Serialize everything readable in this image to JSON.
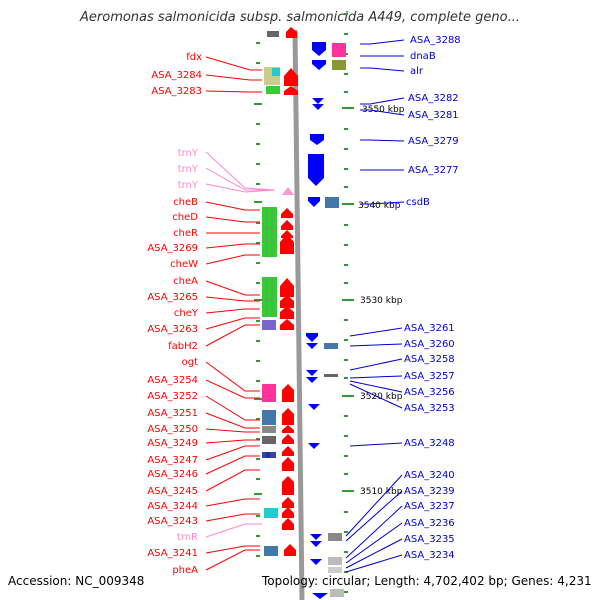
{
  "title": "Aeromonas salmonicida subsp. salmonicida A449, complete geno...",
  "accession": "Accession: NC_009348",
  "summary": "Topology: circular; Length: 4,702,402 bp; Genes: 4,231",
  "scale_labels": [
    "3550 kbp",
    "3540 kbp",
    "3530 kbp",
    "3520 kbp",
    "3510 kbp"
  ],
  "left_labels": [
    "fdx",
    "ASA_3284",
    "ASA_3283",
    "trnY",
    "trnY",
    "trnY",
    "cheB",
    "cheD",
    "cheR",
    "ASA_3269",
    "cheW",
    "cheA",
    "ASA_3265",
    "cheY",
    "ASA_3263",
    "fabH2",
    "ogt",
    "ASA_3254",
    "ASA_3252",
    "ASA_3251",
    "ASA_3250",
    "ASA_3249",
    "ASA_3247",
    "ASA_3246",
    "ASA_3245",
    "ASA_3244",
    "ASA_3243",
    "trnR",
    "ASA_3241",
    "pheA"
  ],
  "right_labels": [
    "ASA_3288",
    "dnaB",
    "alr",
    "ASA_3282",
    "ASA_3281",
    "ASA_3279",
    "ASA_3277",
    "csdB",
    "ASA_3261",
    "ASA_3260",
    "ASA_3258",
    "ASA_3257",
    "ASA_3256",
    "ASA_3253",
    "ASA_3248",
    "ASA_3240",
    "ASA_3239",
    "ASA_3237",
    "ASA_3236",
    "ASA_3235",
    "ASA_3234"
  ],
  "colors": {
    "forward_label": "#ff0000",
    "trna_label": "#ff88cc",
    "reverse_label": "#0000cc",
    "forward_arrow": "#ff0000",
    "reverse_arrow": "#0000ff",
    "backbone": "#999999",
    "cog_green": "#33cc33",
    "cog_pink": "#ff3399",
    "cog_steel": "#4477aa",
    "cog_gray": "#666666",
    "cog_cyan": "#22cccc",
    "cog_olive": "#889933",
    "cog_purple": "#7766cc",
    "cog_tan": "#cccc88",
    "tick": "#339933"
  }
}
